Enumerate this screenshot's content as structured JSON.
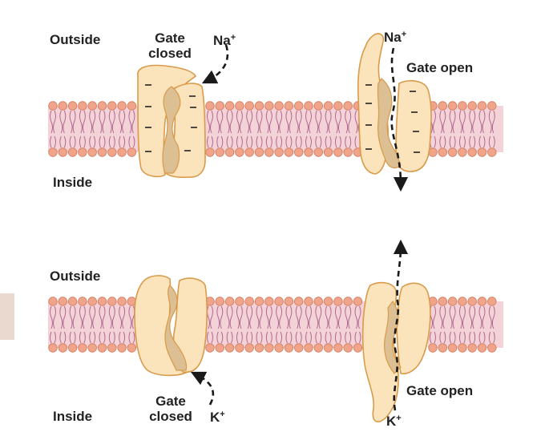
{
  "labels": {
    "outside": "Outside",
    "inside": "Inside",
    "gate_closed_line1": "Gate",
    "gate_closed_line2": "closed",
    "gate_open": "Gate open",
    "sodium": "Na",
    "potassium": "K",
    "ion_charge": "+"
  },
  "colors": {
    "membrane_band": "#f4d3d8",
    "phospholipid_head": "#f0a58a",
    "phospholipid_head_stroke": "#d07a60",
    "lipid_tail": "#b16a8f",
    "protein_fill": "#fbe3bc",
    "protein_stroke": "#d99a4a",
    "pore_fill": "#dcbf92",
    "arrow": "#1a1a1a",
    "side_tab": "#ead9cf"
  }
}
